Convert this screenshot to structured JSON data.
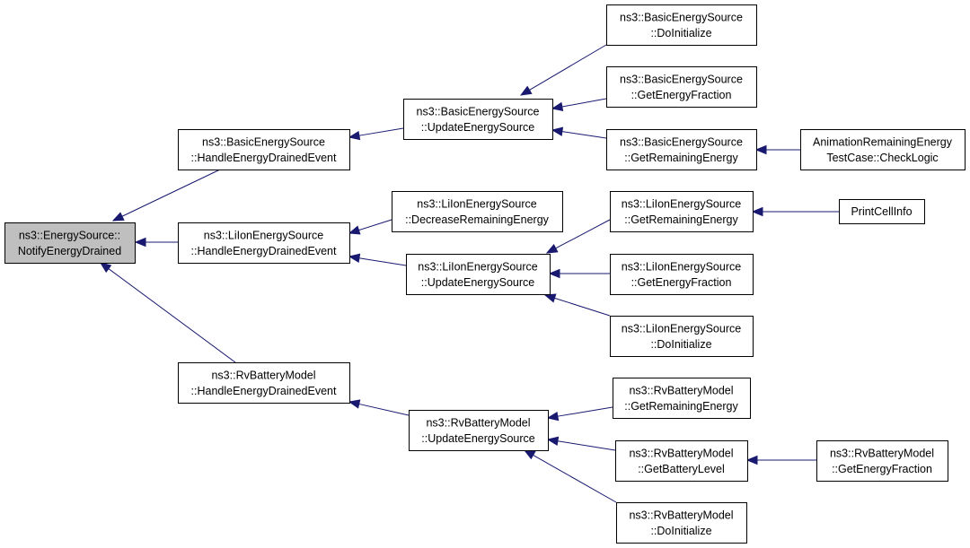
{
  "diagram": {
    "root": "root",
    "nodes": [
      {
        "id": "root",
        "lines": [
          "ns3::EnergySource::",
          "NotifyEnergyDrained"
        ]
      },
      {
        "id": "bes_hede",
        "lines": [
          "ns3::BasicEnergySource",
          "::HandleEnergyDrainedEvent"
        ]
      },
      {
        "id": "lies_hede",
        "lines": [
          "ns3::LiIonEnergySource",
          "::HandleEnergyDrainedEvent"
        ]
      },
      {
        "id": "rvb_hede",
        "lines": [
          "ns3::RvBatteryModel",
          "::HandleEnergyDrainedEvent"
        ]
      },
      {
        "id": "bes_ues",
        "lines": [
          "ns3::BasicEnergySource",
          "::UpdateEnergySource"
        ]
      },
      {
        "id": "lies_dre",
        "lines": [
          "ns3::LiIonEnergySource",
          "::DecreaseRemainingEnergy"
        ]
      },
      {
        "id": "lies_ues",
        "lines": [
          "ns3::LiIonEnergySource",
          "::UpdateEnergySource"
        ]
      },
      {
        "id": "rvb_ues",
        "lines": [
          "ns3::RvBatteryModel",
          "::UpdateEnergySource"
        ]
      },
      {
        "id": "bes_doi",
        "lines": [
          "ns3::BasicEnergySource",
          "::DoInitialize"
        ]
      },
      {
        "id": "bes_gef",
        "lines": [
          "ns3::BasicEnergySource",
          "::GetEnergyFraction"
        ]
      },
      {
        "id": "bes_gre",
        "lines": [
          "ns3::BasicEnergySource",
          "::GetRemainingEnergy"
        ]
      },
      {
        "id": "lies_gre",
        "lines": [
          "ns3::LiIonEnergySource",
          "::GetRemainingEnergy"
        ]
      },
      {
        "id": "lies_gef",
        "lines": [
          "ns3::LiIonEnergySource",
          "::GetEnergyFraction"
        ]
      },
      {
        "id": "lies_doi",
        "lines": [
          "ns3::LiIonEnergySource",
          "::DoInitialize"
        ]
      },
      {
        "id": "rvb_gre",
        "lines": [
          "ns3::RvBatteryModel",
          "::GetRemainingEnergy"
        ]
      },
      {
        "id": "rvb_gbl",
        "lines": [
          "ns3::RvBatteryModel",
          "::GetBatteryLevel"
        ]
      },
      {
        "id": "rvb_doi",
        "lines": [
          "ns3::RvBatteryModel",
          "::DoInitialize"
        ]
      },
      {
        "id": "anim_check",
        "lines": [
          "AnimationRemainingEnergy",
          "TestCase::CheckLogic"
        ]
      },
      {
        "id": "print_cell",
        "lines": [
          "PrintCellInfo"
        ]
      },
      {
        "id": "rvb_gef",
        "lines": [
          "ns3::RvBatteryModel",
          "::GetEnergyFraction"
        ]
      }
    ],
    "edges": [
      {
        "from": "bes_hede",
        "to": "root"
      },
      {
        "from": "lies_hede",
        "to": "root"
      },
      {
        "from": "rvb_hede",
        "to": "root"
      },
      {
        "from": "bes_ues",
        "to": "bes_hede"
      },
      {
        "from": "lies_dre",
        "to": "lies_hede"
      },
      {
        "from": "lies_ues",
        "to": "lies_hede"
      },
      {
        "from": "rvb_ues",
        "to": "rvb_hede"
      },
      {
        "from": "bes_doi",
        "to": "bes_ues"
      },
      {
        "from": "bes_gef",
        "to": "bes_ues"
      },
      {
        "from": "bes_gre",
        "to": "bes_ues"
      },
      {
        "from": "lies_gre",
        "to": "lies_ues"
      },
      {
        "from": "lies_gef",
        "to": "lies_ues"
      },
      {
        "from": "lies_doi",
        "to": "lies_ues"
      },
      {
        "from": "rvb_gre",
        "to": "rvb_ues"
      },
      {
        "from": "rvb_gbl",
        "to": "rvb_ues"
      },
      {
        "from": "rvb_doi",
        "to": "rvb_ues"
      },
      {
        "from": "anim_check",
        "to": "bes_gre"
      },
      {
        "from": "print_cell",
        "to": "lies_gre"
      },
      {
        "from": "rvb_gef",
        "to": "rvb_gbl"
      }
    ],
    "colors": {
      "edge": "#191970",
      "root_fill": "#bfbfbf",
      "node_fill": "#ffffff",
      "border": "#000000"
    }
  }
}
